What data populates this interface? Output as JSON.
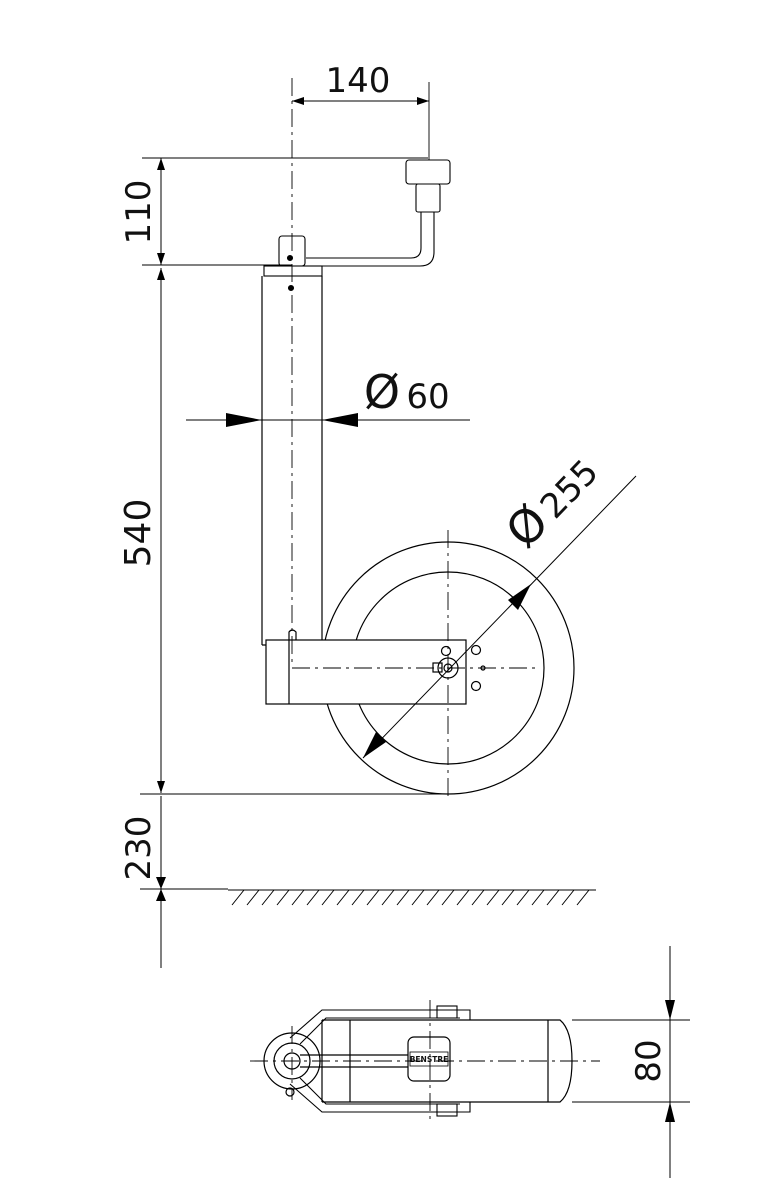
{
  "colors": {
    "line": "#000000",
    "background": "#ffffff"
  },
  "dimensions": {
    "crank_offset": "140",
    "crank_height": "110",
    "tube_diameter_prefix": "Ø",
    "tube_diameter": "60",
    "wheel_diameter_prefix": "Ø",
    "wheel_diameter": "255",
    "tube_length": "540",
    "ground_clearance": "230",
    "wheel_width": "80"
  },
  "plate_text": "BENSTRE"
}
